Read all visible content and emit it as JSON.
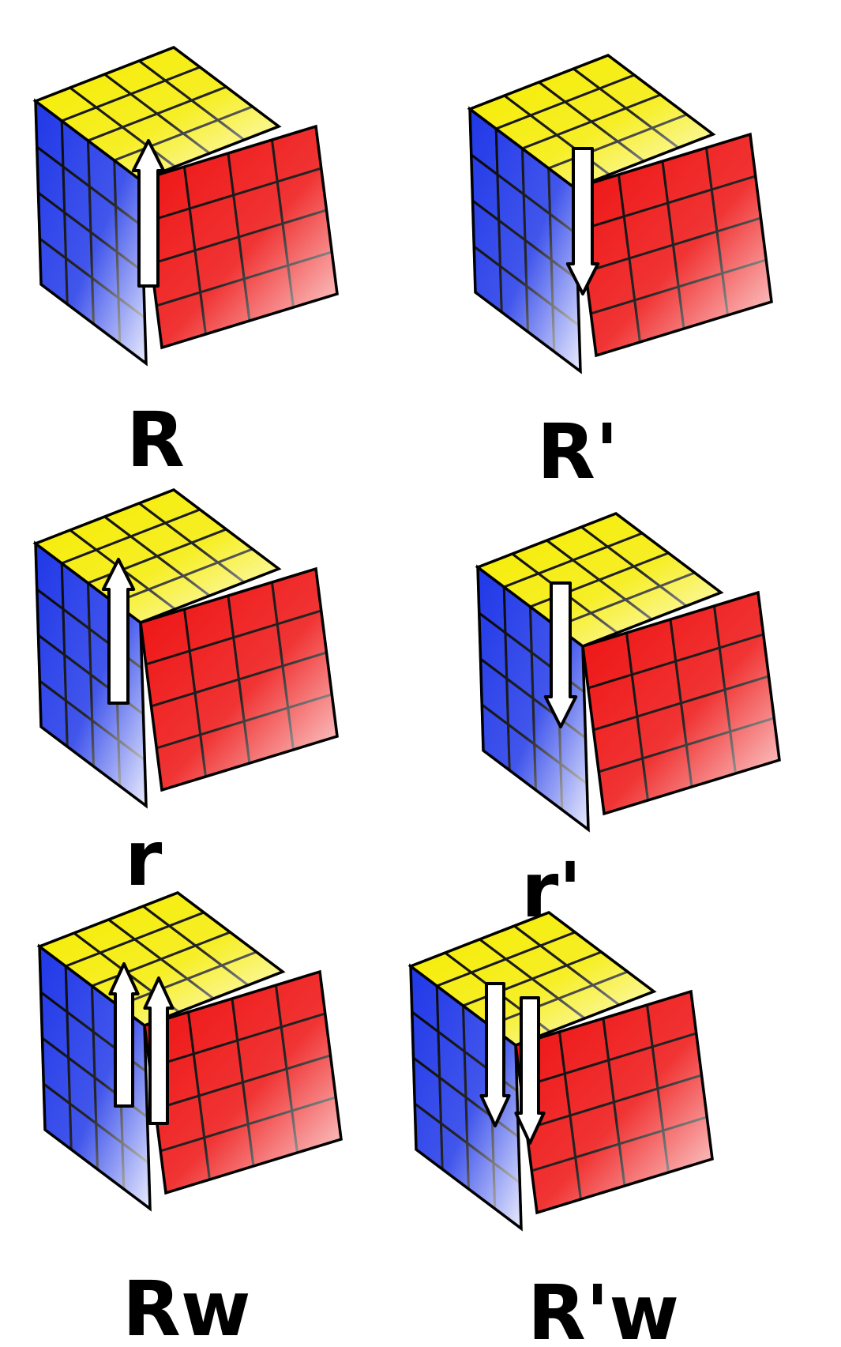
{
  "colors": {
    "top": "#f5ec00",
    "left": "#2038e8",
    "right": "#ee1010",
    "edge": "#000000",
    "arrow_fill": "#ffffff",
    "arrow_stroke": "#000000"
  },
  "moves": [
    {
      "id": "R",
      "label": "R",
      "direction": "up",
      "layers": 1,
      "arrow_count": 1
    },
    {
      "id": "Rp",
      "label": "R'",
      "direction": "down",
      "layers": 1,
      "arrow_count": 1
    },
    {
      "id": "r",
      "label": "r",
      "direction": "up",
      "layers": 1,
      "arrow_count": 1,
      "slice": "inner"
    },
    {
      "id": "rp",
      "label": "r'",
      "direction": "down",
      "layers": 1,
      "arrow_count": 1,
      "slice": "inner"
    },
    {
      "id": "Rw",
      "label": "Rw",
      "direction": "up",
      "layers": 2,
      "arrow_count": 2
    },
    {
      "id": "Rpw",
      "label": "R'w",
      "direction": "down",
      "layers": 2,
      "arrow_count": 2
    }
  ]
}
